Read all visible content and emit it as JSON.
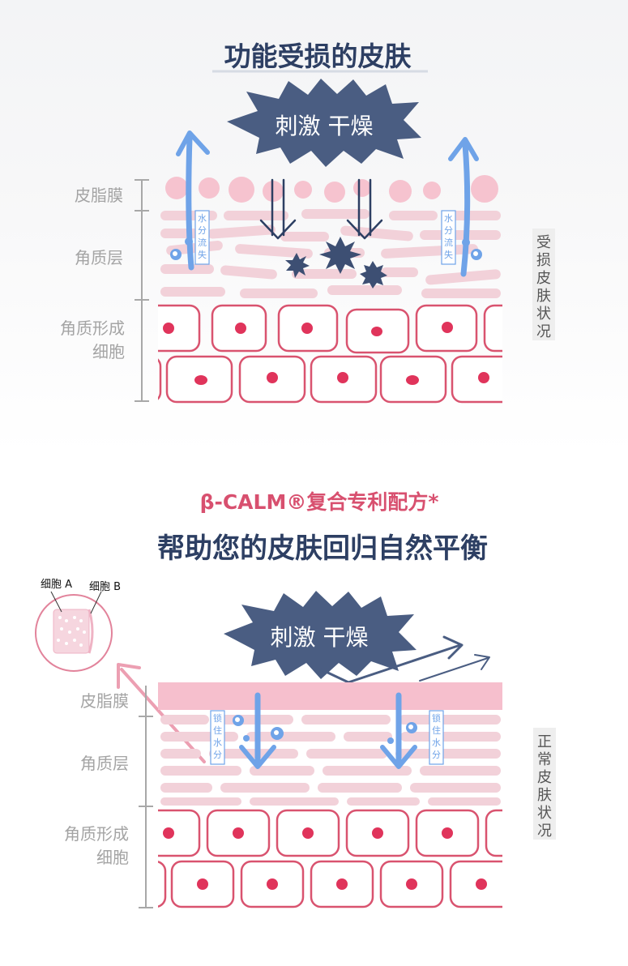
{
  "section1": {
    "title": "功能受损的皮肤",
    "burst_text": "刺激 干燥",
    "layer_labels": {
      "sebum": "皮脂膜",
      "stratum": "角质层",
      "cells_line1": "角质形成",
      "cells_line2": "细胞"
    },
    "loss_tag": [
      "水",
      "分",
      "流",
      "失"
    ],
    "side_label": [
      "受",
      "损",
      "皮",
      "肤",
      "状",
      "况"
    ]
  },
  "section2": {
    "brand_line": "β-CALM®复合专利配方*",
    "title": "帮助您的皮肤回归自然平衡",
    "burst_text": "刺激 干燥",
    "zoom_labels": {
      "cell_a": "细胞 A",
      "cell_b": "细胞 B"
    },
    "layer_labels": {
      "sebum": "皮脂膜",
      "stratum": "角质层",
      "cells_line1": "角质形成",
      "cells_line2": "细胞"
    },
    "lock_tag": [
      "锁",
      "住",
      "水",
      "分"
    ],
    "side_label": [
      "正",
      "常",
      "皮",
      "肤",
      "状",
      "况"
    ]
  },
  "colors": {
    "title": "#2d3f63",
    "brand": "#d8506f",
    "burst": "#4a5d82",
    "pink_light": "#f6c9d3",
    "pink_mid": "#f1a9bb",
    "cell_border": "#d9536f",
    "nucleus": "#e0345b",
    "water": "#6fa3e8",
    "label_gray": "#a4a4a4"
  }
}
